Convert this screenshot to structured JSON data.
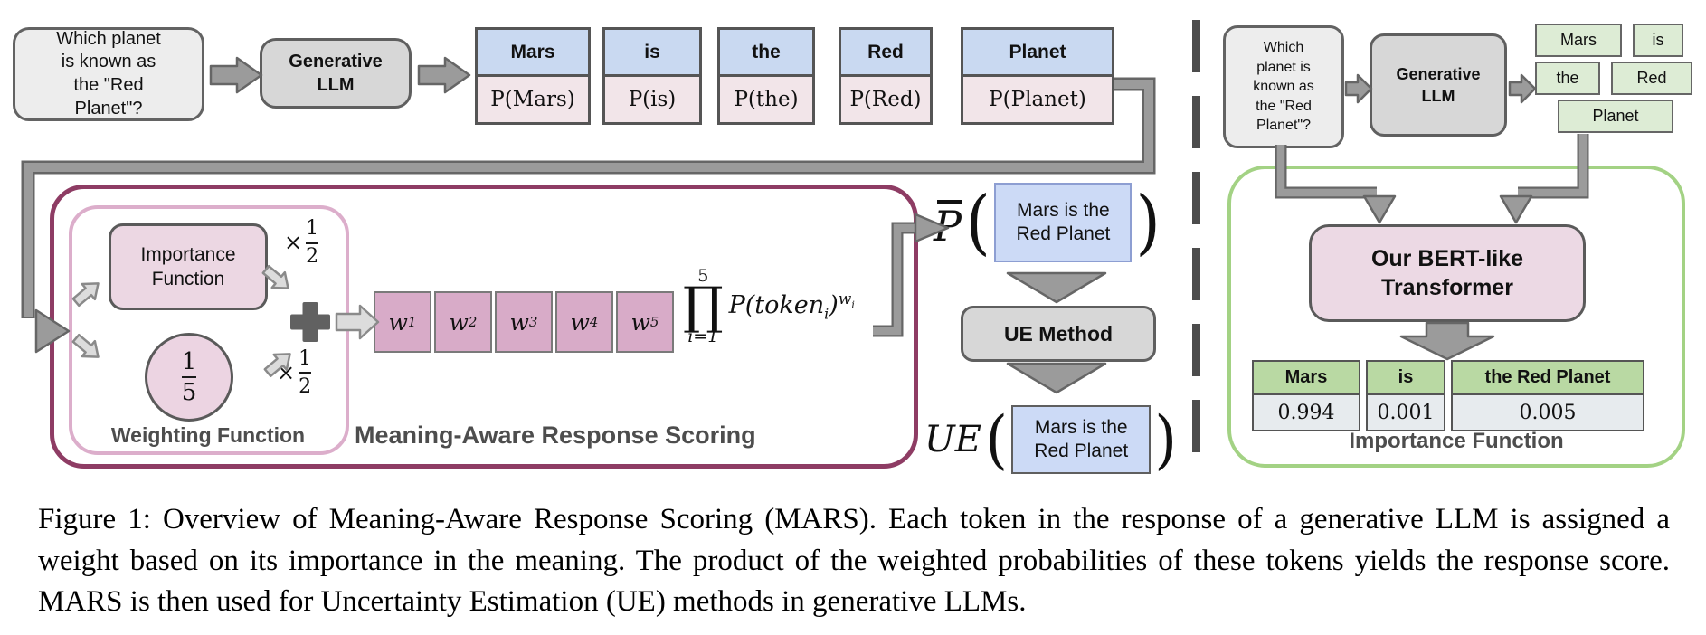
{
  "figure": {
    "left": {
      "question": "Which planet\nis known as\nthe \"Red\nPlanet\"?",
      "llm": "Generative\nLLM",
      "tokens": [
        {
          "token": "Mars",
          "prob": "P(Mars)"
        },
        {
          "token": "is",
          "prob": "P(is)"
        },
        {
          "token": "the",
          "prob": "P(the)"
        },
        {
          "token": "Red",
          "prob": "P(Red)"
        },
        {
          "token": "Planet",
          "prob": "P(Planet)"
        }
      ],
      "mars": {
        "importance_label": "Importance\nFunction",
        "weight_fraction": {
          "num": "1",
          "den": "5"
        },
        "weighting_label": "Weighting Function",
        "times_half": {
          "sign": "×",
          "num": "1",
          "den": "2"
        },
        "weights": [
          {
            "base": "w",
            "sub": "1"
          },
          {
            "base": "w",
            "sub": "2"
          },
          {
            "base": "w",
            "sub": "3"
          },
          {
            "base": "w",
            "sub": "4"
          },
          {
            "base": "w",
            "sub": "5"
          }
        ],
        "product": {
          "upper": "5",
          "symbol": "∏",
          "lower": "i=1",
          "p_open": "P(token",
          "index": "i",
          "p_close": ")",
          "exp_base": "w",
          "exp_index": "i"
        },
        "title": "Meaning-Aware Response Scoring"
      },
      "pbar": {
        "letter": "P",
        "open": "(",
        "response": "Mars is the\nRed Planet",
        "close": ")"
      },
      "ue_method": "UE Method",
      "ue": {
        "letter": "UE",
        "open": "(",
        "response": "Mars is the\nRed Planet",
        "close": ")"
      }
    },
    "right": {
      "question": "Which\nplanet is\nknown as\nthe \"Red\nPlanet\"?",
      "llm": "Generative\nLLM",
      "tokens": [
        "Mars",
        "is",
        "the",
        "Red",
        "Planet"
      ],
      "transformer": "Our BERT-like\nTransformer",
      "table": [
        {
          "token": "Mars",
          "value": "0.994"
        },
        {
          "token": "is",
          "value": "0.001"
        },
        {
          "token": "the Red Planet",
          "value": "0.005"
        }
      ],
      "title": "Importance Function"
    }
  },
  "caption": "Figure 1: Overview of Meaning-Aware Response Scoring (MARS). Each token in the response of a generative LLM is assigned a weight based on its importance in the meaning. The product of the weighted probabilities of these tokens yields the response score. MARS is then used for Uncertainty Estimation (UE) methods in generative LLMs.",
  "colors": {
    "mars_border": "#8e3c64",
    "mars_inner_border": "#dcaecb",
    "green_border": "#a3d284",
    "token_blue": "#c9d9f1",
    "prob_pink": "#f2e5e9",
    "weight_pink": "#d8abc8",
    "box_pink": "#ecd7e3",
    "token_green": "#ddecd5",
    "table_green": "#b9d9a3",
    "gray_box": "#d7d7d7",
    "arrow_gray": "#9b9b9b"
  }
}
